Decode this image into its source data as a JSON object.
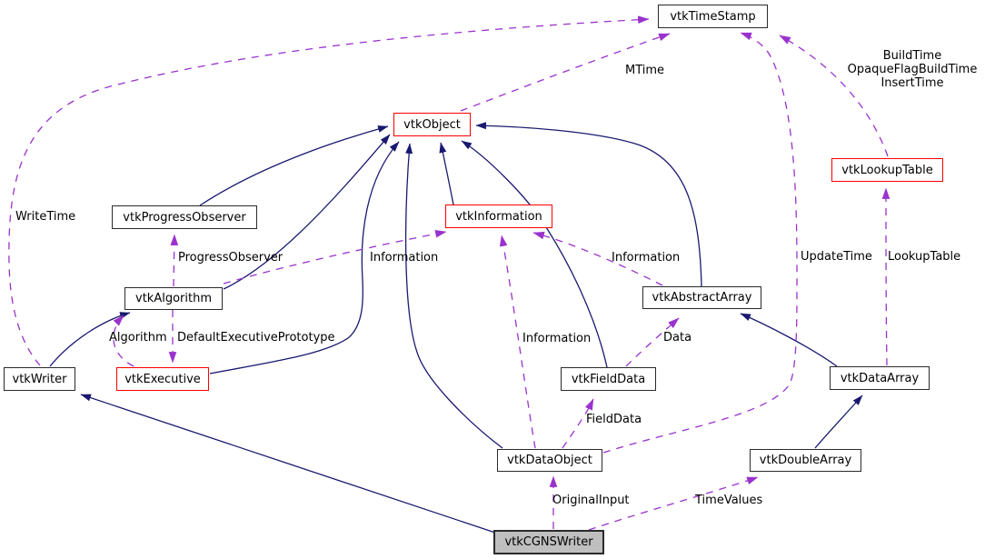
{
  "diagram": {
    "type": "collaboration-graph",
    "focus_class": "vtkCGNSWriter",
    "colors": {
      "inheritance_edge": "#191970",
      "usage_edge": "#9a32cd",
      "node_border": "#2a2a2a",
      "referenced_node_border": "#ff0000",
      "focus_node_fill": "#bfbfbf",
      "background": "#ffffff"
    },
    "nodes": [
      {
        "label": "vtkTimeStamp",
        "variant": "plain"
      },
      {
        "label": "vtkObject",
        "variant": "red"
      },
      {
        "label": "vtkLookupTable",
        "variant": "red"
      },
      {
        "label": "vtkProgressObserver",
        "variant": "plain"
      },
      {
        "label": "vtkInformation",
        "variant": "red"
      },
      {
        "label": "vtkAlgorithm",
        "variant": "plain"
      },
      {
        "label": "vtkAbstractArray",
        "variant": "plain"
      },
      {
        "label": "vtkWriter",
        "variant": "plain"
      },
      {
        "label": "vtkExecutive",
        "variant": "red"
      },
      {
        "label": "vtkFieldData",
        "variant": "plain"
      },
      {
        "label": "vtkDataArray",
        "variant": "plain"
      },
      {
        "label": "vtkDataObject",
        "variant": "plain"
      },
      {
        "label": "vtkDoubleArray",
        "variant": "plain"
      },
      {
        "label": "vtkCGNSWriter",
        "variant": "focus"
      }
    ],
    "edge_labels": {
      "mtime": "MTime",
      "build_time_lines": [
        "BuildTime",
        "OpaqueFlagBuildTime",
        "InsertTime"
      ],
      "write_time": "WriteTime",
      "progress_observer": "ProgressObserver",
      "information_left": "Information",
      "information_mid": "Information",
      "information_right": "Information",
      "update_time": "UpdateTime",
      "lookup_table": "LookupTable",
      "algorithm": "Algorithm",
      "default_executive_prototype": "DefaultExecutivePrototype",
      "data": "Data",
      "field_data": "FieldData",
      "original_input": "OriginalInput",
      "time_values": "TimeValues"
    }
  }
}
